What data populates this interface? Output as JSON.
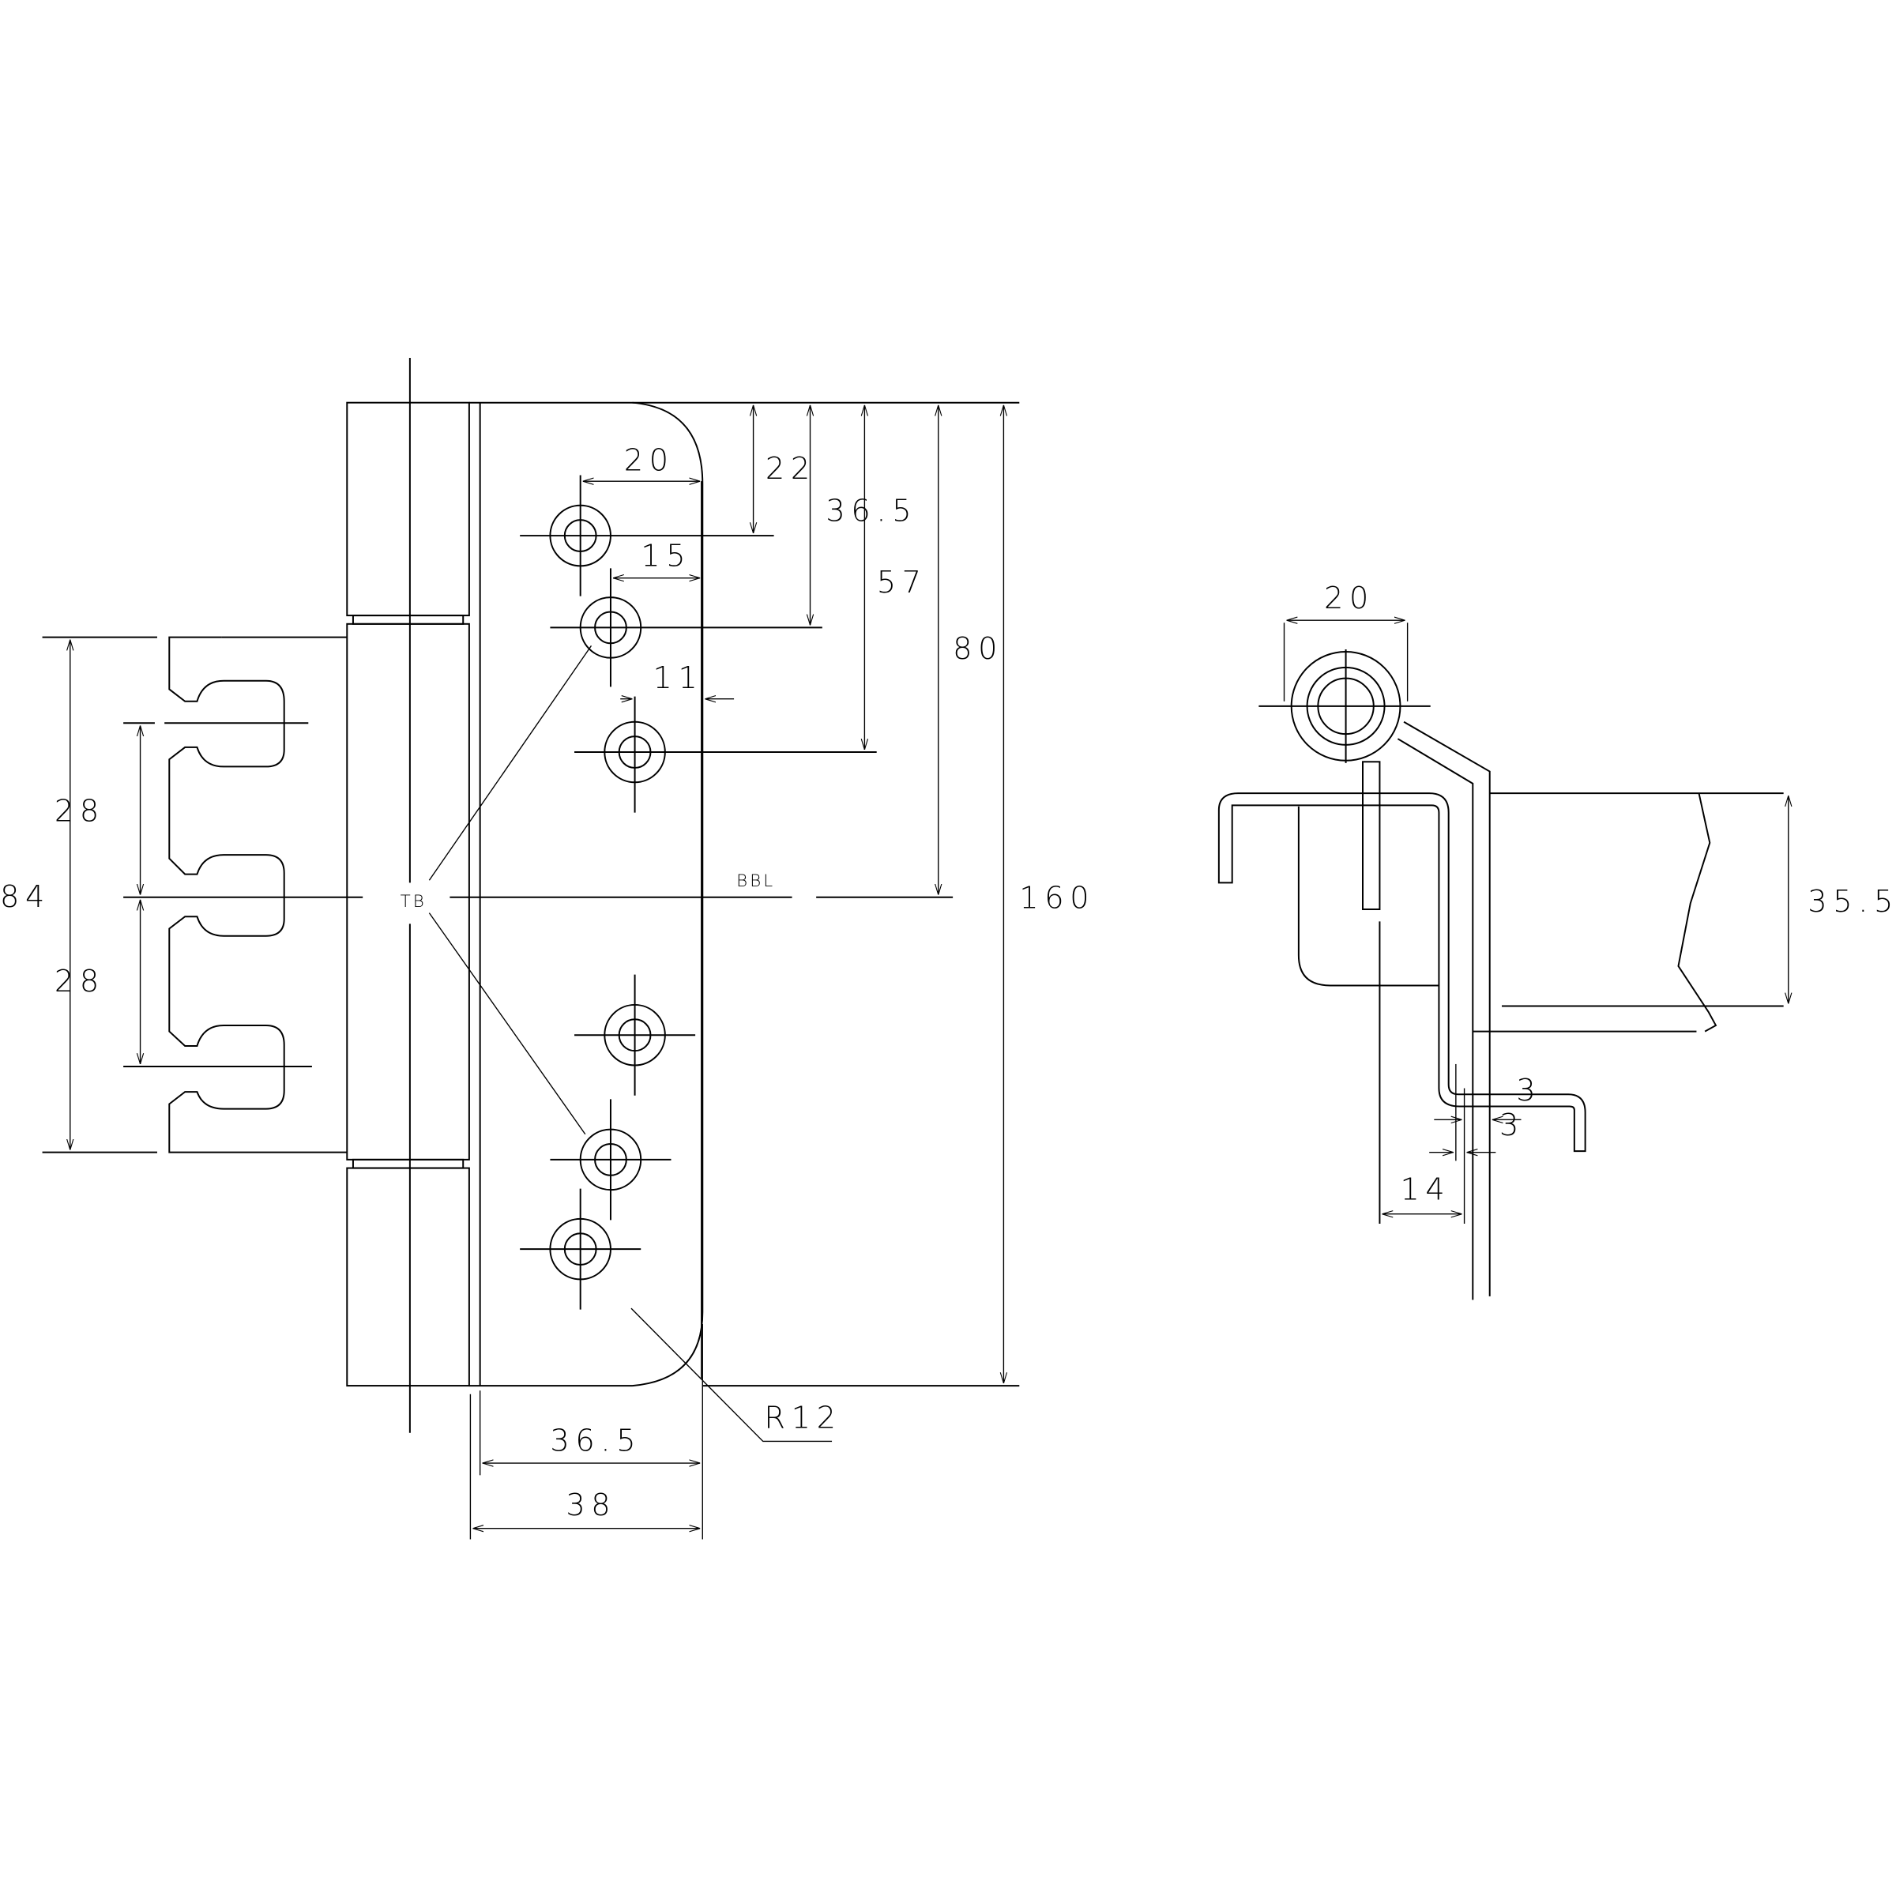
{
  "drawing": {
    "title": "Concealed hinge technical drawing",
    "front_view": {
      "labels": {
        "tb": "TB",
        "bbl": "BBL"
      },
      "dimensions": {
        "top_hole_from_edge": "20",
        "second_hole_from_edge": "15",
        "third_hole_from_edge": "11",
        "hole1_from_top": "22",
        "hole2_from_top": "36.5",
        "hole3_from_top": "57",
        "center_from_top": "80",
        "total_height": "160",
        "leaf_width_inner": "36.5",
        "leaf_width_outer": "38",
        "corner_radius": "R12",
        "body_height": "84",
        "upper_spacing": "28",
        "lower_spacing": "28"
      }
    },
    "side_view": {
      "dimensions": {
        "knuckle_diameter": "20",
        "door_thickness": "35.5",
        "offset_a": "3",
        "offset_b": "3",
        "depth": "14"
      }
    },
    "colors": {
      "line": "#000000",
      "background": "#ffffff"
    }
  }
}
